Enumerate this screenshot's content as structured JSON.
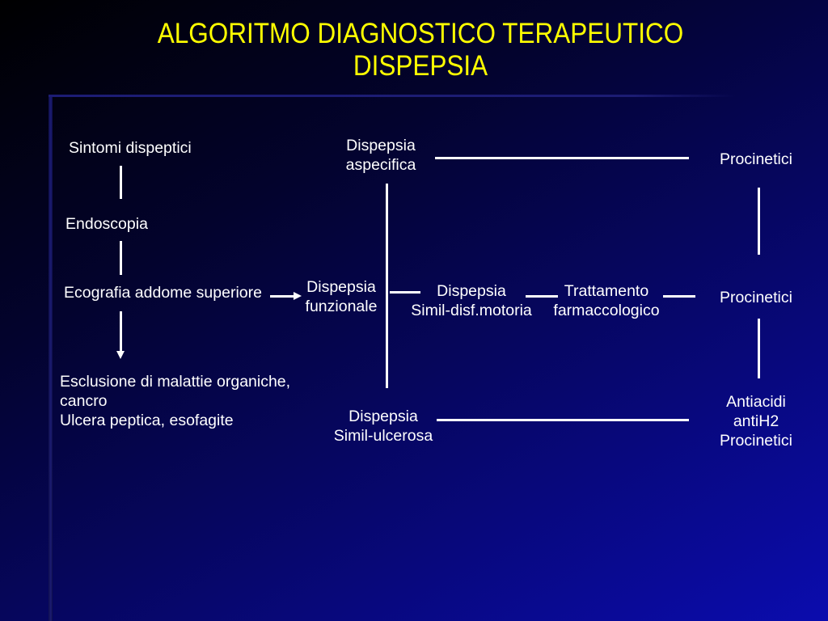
{
  "title": {
    "line1": "ALGORITMO DIAGNOSTICO TERAPEUTICO",
    "line2": "DISPEPSIA"
  },
  "nodes": {
    "sintomi_dispeptici": "Sintomi dispeptici",
    "endoscopia": "Endoscopia",
    "ecografia": "Ecografia addome superiore",
    "esclusione": [
      "Esclusione di malattie organiche,",
      "cancro",
      "Ulcera peptica, esofagite"
    ],
    "aspecifica": [
      "Dispepsia",
      "aspecifica"
    ],
    "funzionale": [
      "Dispepsia",
      "funzionale"
    ],
    "simil_disf_motoria": [
      "Dispepsia",
      "Simil-disf.motoria"
    ],
    "trattamento": [
      "Trattamento",
      "farmaccologico"
    ],
    "simil_ulcerosa": [
      "Dispepsia",
      "Simil-ulcerosa"
    ],
    "procinetici_top": "Procinetici",
    "procinetici_mid": "Procinetici",
    "terapia_bottom": [
      "Antiacidi",
      "antiH2",
      "Procinetici"
    ]
  },
  "colors": {
    "background_dark": "#000000",
    "background_bright": "#0b0cae",
    "title": "#ffff00",
    "text": "#ffffff",
    "connector": "#ffffff",
    "frame": "#1c1c74"
  }
}
